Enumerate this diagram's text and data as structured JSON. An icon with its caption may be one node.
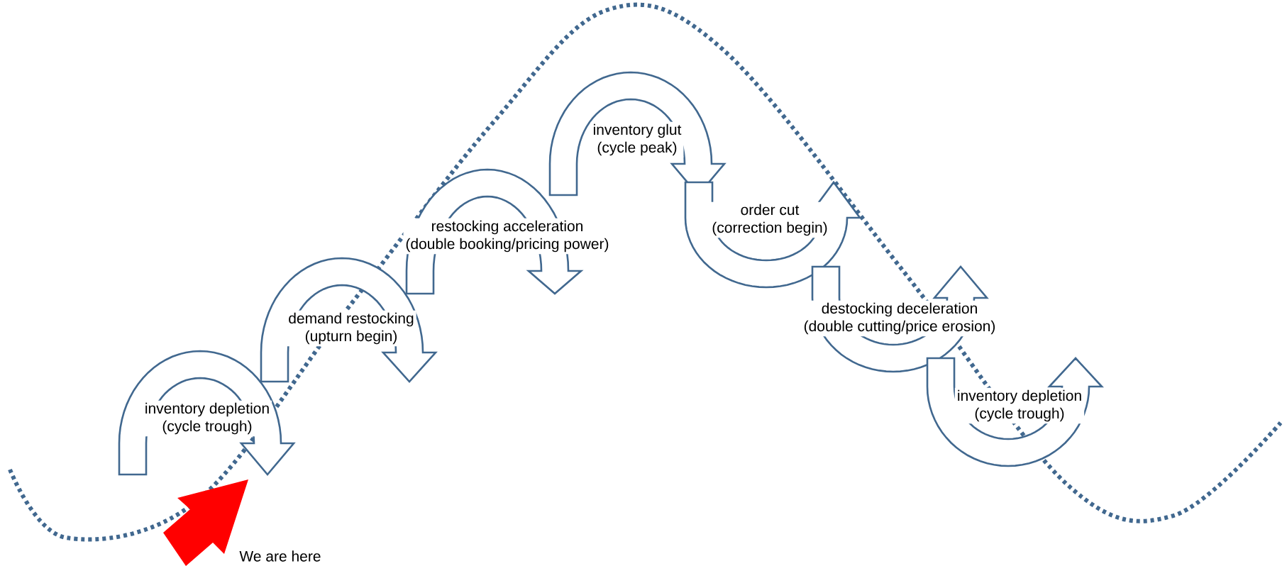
{
  "diagram": {
    "nodes": [
      {
        "text": [
          "inventory depletion",
          "(cycle trough)"
        ]
      },
      {
        "text": [
          "demand restocking",
          "(upturn begin)"
        ]
      },
      {
        "text": [
          "restocking acceleration",
          "(double booking/pricing power)"
        ]
      },
      {
        "text": [
          "inventory glut",
          "(cycle peak)"
        ]
      },
      {
        "text": [
          "order cut",
          "(correction begin)"
        ]
      },
      {
        "text": [
          "destocking deceleration",
          "(double cutting/price erosion)"
        ]
      },
      {
        "text": [
          "inventory depletion",
          "(cycle trough)"
        ]
      }
    ],
    "labels": [
      "We are here"
    ]
  }
}
